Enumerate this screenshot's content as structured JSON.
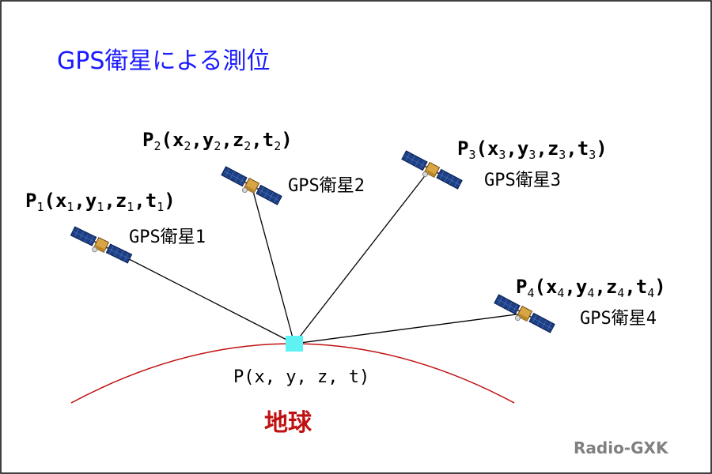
{
  "title": "GPS衛星による測位",
  "colors": {
    "title": "#1a1aff",
    "earth_label": "#c01010",
    "earth_arc": "#c01010",
    "receiver": "#5ff2f2",
    "solar_panel": "#1c3f86",
    "satellite_body": "#d9a443",
    "line": "#000000",
    "border": "#000000",
    "watermark": "#808080"
  },
  "satellites": [
    {
      "id": "1",
      "label": "GPS衛星1",
      "coord": {
        "p": "P",
        "idx": "1"
      }
    },
    {
      "id": "2",
      "label": "GPS衛星2",
      "coord": {
        "p": "P",
        "idx": "2"
      }
    },
    {
      "id": "3",
      "label": "GPS衛星3",
      "coord": {
        "p": "P",
        "idx": "3"
      }
    },
    {
      "id": "4",
      "label": "GPS衛星4",
      "coord": {
        "p": "P",
        "idx": "4"
      }
    }
  ],
  "coord_vars": {
    "x": "x",
    "y": "y",
    "z": "z",
    "t": "t",
    "sep": ",",
    "open": "(",
    "close": ")"
  },
  "receiver": {
    "label": "P(x, y, z, t)"
  },
  "earth": {
    "label": "地球"
  },
  "watermark": "Radio-GXK"
}
